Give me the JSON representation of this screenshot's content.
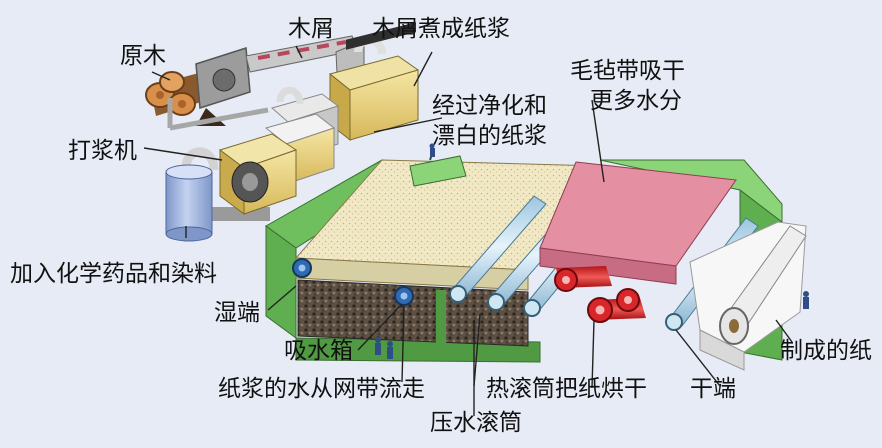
{
  "labels": {
    "logs": "原木",
    "chips": "木屑",
    "cook": "木屑煮成纸浆",
    "clean_line1": "经过净化和",
    "clean_line2": "漂白的纸浆",
    "beater": "打浆机",
    "chemicals": "加入化学药品和染料",
    "wet_end": "湿端",
    "suction_box": "吸水箱",
    "drain": "纸浆的水从网带流走",
    "press_roll": "压水滚筒",
    "heated_rolls": "热滚筒把纸烘干",
    "dry_end": "干端",
    "felt_line1": "毛毡带吸干",
    "felt_line2": "更多水分",
    "finished": "制成的纸"
  },
  "colors": {
    "background": "#e6ebf5",
    "machine_green": "#7ecb6a",
    "felt_pink": "#e58fa3",
    "pulp_tank": "#e9d37c",
    "heated_roll_red": "#d9262b",
    "chemical_tank": "#9fb6e0"
  }
}
